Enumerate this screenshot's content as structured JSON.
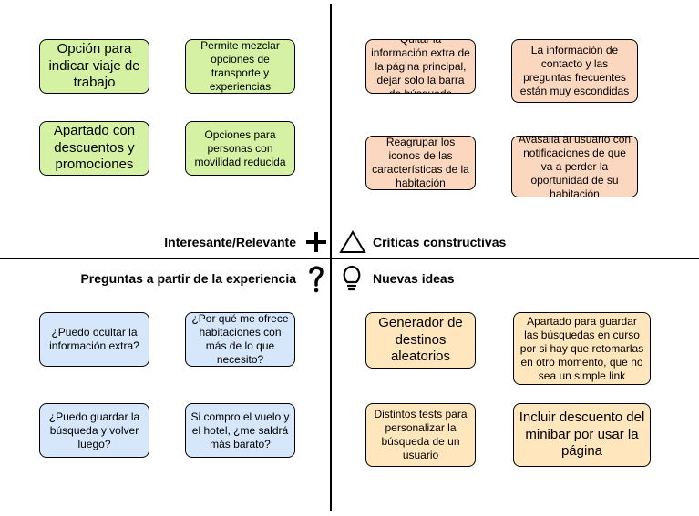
{
  "quadrants": {
    "top_left": {
      "label": "Interesante/Relevante",
      "icon": "plus-icon",
      "color": "#d5f2a4",
      "notes": [
        "Opción para indicar viaje de trabajo",
        "Permite mezclar opciones de transporte y experiencias",
        "Apartado con descuentos y promociones",
        "Opciones para personas con movilidad reducida"
      ]
    },
    "top_right": {
      "label": "Críticas constructivas",
      "icon": "triangle-icon",
      "color": "#fbd7bf",
      "notes": [
        "Quitar la información extra de la página principal, dejar solo la barra de búsqueda",
        "La información de contacto y las preguntas frecuentes están muy escondidas",
        "Reagrupar los iconos de las características de la habitación",
        "Avasalla al usuario con notificaciones de que va a perder la oportunidad de su habitación"
      ]
    },
    "bottom_left": {
      "label": "Preguntas a partir de la experiencia",
      "icon": "question-mark-icon",
      "color": "#d6e6fb",
      "notes": [
        "¿Puedo ocultar la información extra?",
        "¿Por qué me ofrece habitaciones con más de lo que necesito?",
        "¿Puedo guardar la búsqueda y volver luego?",
        "Si compro el vuelo y el hotel, ¿me saldrá más barato?"
      ]
    },
    "bottom_right": {
      "label": "Nuevas ideas",
      "icon": "lightbulb-icon",
      "color": "#ffe6bc",
      "notes": [
        "Generador de destinos aleatorios",
        "Apartado para guardar las búsquedas en curso por si hay que retomarlas en otro momento, que no sea un simple link",
        "Distintos tests para personalizar la búsqueda de un usuario",
        "Incluir descuento del minibar por usar la página"
      ]
    }
  }
}
